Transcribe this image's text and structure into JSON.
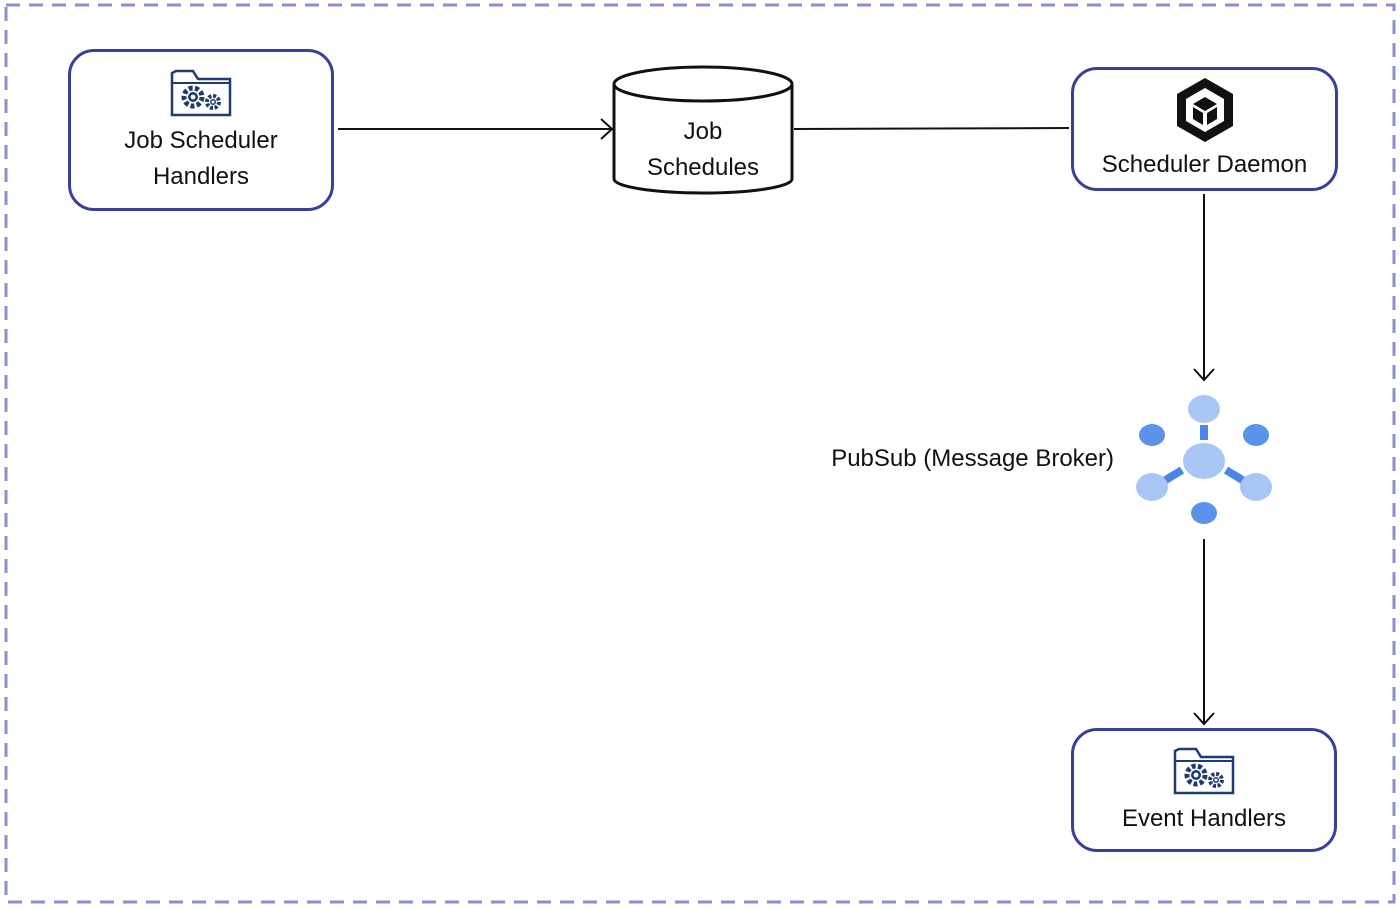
{
  "diagram": {
    "nodes": {
      "job_scheduler_handlers": {
        "label": "Job Scheduler\nHandlers",
        "icon": "folder-gear-icon"
      },
      "job_schedules": {
        "label": "Job\nSchedules",
        "icon": "database-cylinder-icon"
      },
      "scheduler_daemon": {
        "label": "Scheduler Daemon",
        "icon": "cube-hexagon-icon"
      },
      "pubsub": {
        "label": "PubSub (Message Broker)",
        "icon": "hub-network-icon"
      },
      "event_handlers": {
        "label": "Event Handlers",
        "icon": "folder-gear-icon"
      }
    },
    "edges": [
      {
        "from": "Job Scheduler Handlers",
        "to": "Job Schedules",
        "arrow": true
      },
      {
        "from": "Job Schedules",
        "to": "Scheduler Daemon",
        "arrow": false
      },
      {
        "from": "Scheduler Daemon",
        "to": "PubSub (Message Broker)",
        "arrow": true
      },
      {
        "from": "PubSub (Message Broker)",
        "to": "Event Handlers",
        "arrow": true
      }
    ],
    "colors": {
      "node_border": "#3a3f97",
      "frame_dash": "#8a8fd0",
      "icon_navy": "#1f3b73",
      "hub_light": "#a8c7f5",
      "hub_dark": "#5b93ea",
      "hub_link": "#4a86e8"
    }
  }
}
